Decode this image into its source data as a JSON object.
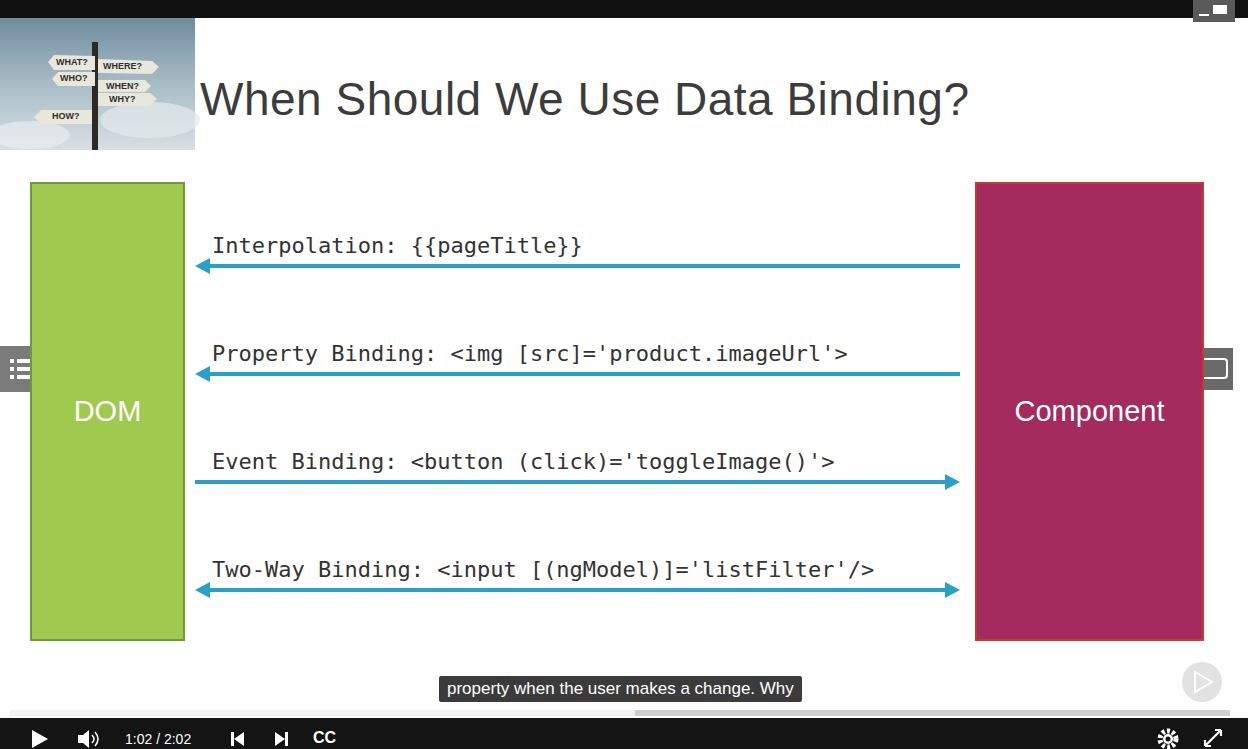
{
  "diagram": {
    "title": "When Should We Use Data Binding?",
    "nodes": [
      {
        "text": [
          "DOM"
        ]
      },
      {
        "text": [
          "Component"
        ]
      }
    ],
    "edges": [
      {
        "from": 1,
        "to": 0,
        "arrow": "to",
        "label": "Interpolation: {{pageTitle}}"
      },
      {
        "from": 1,
        "to": 0,
        "arrow": "to",
        "label": "Property Binding: <img [src]='product.imageUrl'>"
      },
      {
        "from": 0,
        "to": 1,
        "arrow": "to",
        "label": "Event Binding: <button (click)='toggleImage()'>"
      },
      {
        "from": 0,
        "to": 1,
        "arrow": "both",
        "label": "Two-Way Binding: <input [(ngModel)]='listFilter'/>"
      }
    ],
    "labels": [
      "WHAT?",
      "WHERE?",
      "WHO?",
      "WHEN?",
      "WHY?",
      "HOW?",
      "property when the user makes a change. Why",
      "1:02 / 2:02",
      "CC"
    ]
  }
}
